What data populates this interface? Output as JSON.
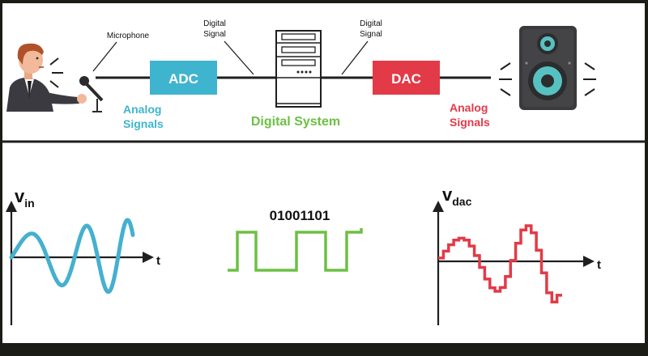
{
  "colors": {
    "frame": "#1c1c17",
    "canvas": "#ffffff",
    "wire": "#1f1f1f",
    "adc": "#3fb4cf",
    "dac": "#e33a48",
    "system": "#6cc043",
    "analog_in": "#45b0cf",
    "analog_out": "#e23a47"
  },
  "labels": {
    "microphone": "Microphone",
    "digital_signal_left": [
      "Digital",
      "Signal"
    ],
    "digital_signal_right": [
      "Digital",
      "Signal"
    ],
    "adc": "ADC",
    "dac": "DAC",
    "digital_system": "Digital System",
    "analog_in": [
      "Analog",
      "Signals"
    ],
    "analog_out": [
      "Analog",
      "Signals"
    ]
  },
  "graphs": {
    "vin": {
      "symbol": "v",
      "subscript": "in",
      "axis": "t"
    },
    "digital": {
      "bits": "01001101"
    },
    "vdac": {
      "symbol": "v",
      "subscript": "dac",
      "axis": "t"
    }
  },
  "icons": {
    "speaker": "person-speaking-icon",
    "microphone": "microphone-icon",
    "server": "server-tower-icon",
    "loudspeaker": "loudspeaker-icon"
  }
}
